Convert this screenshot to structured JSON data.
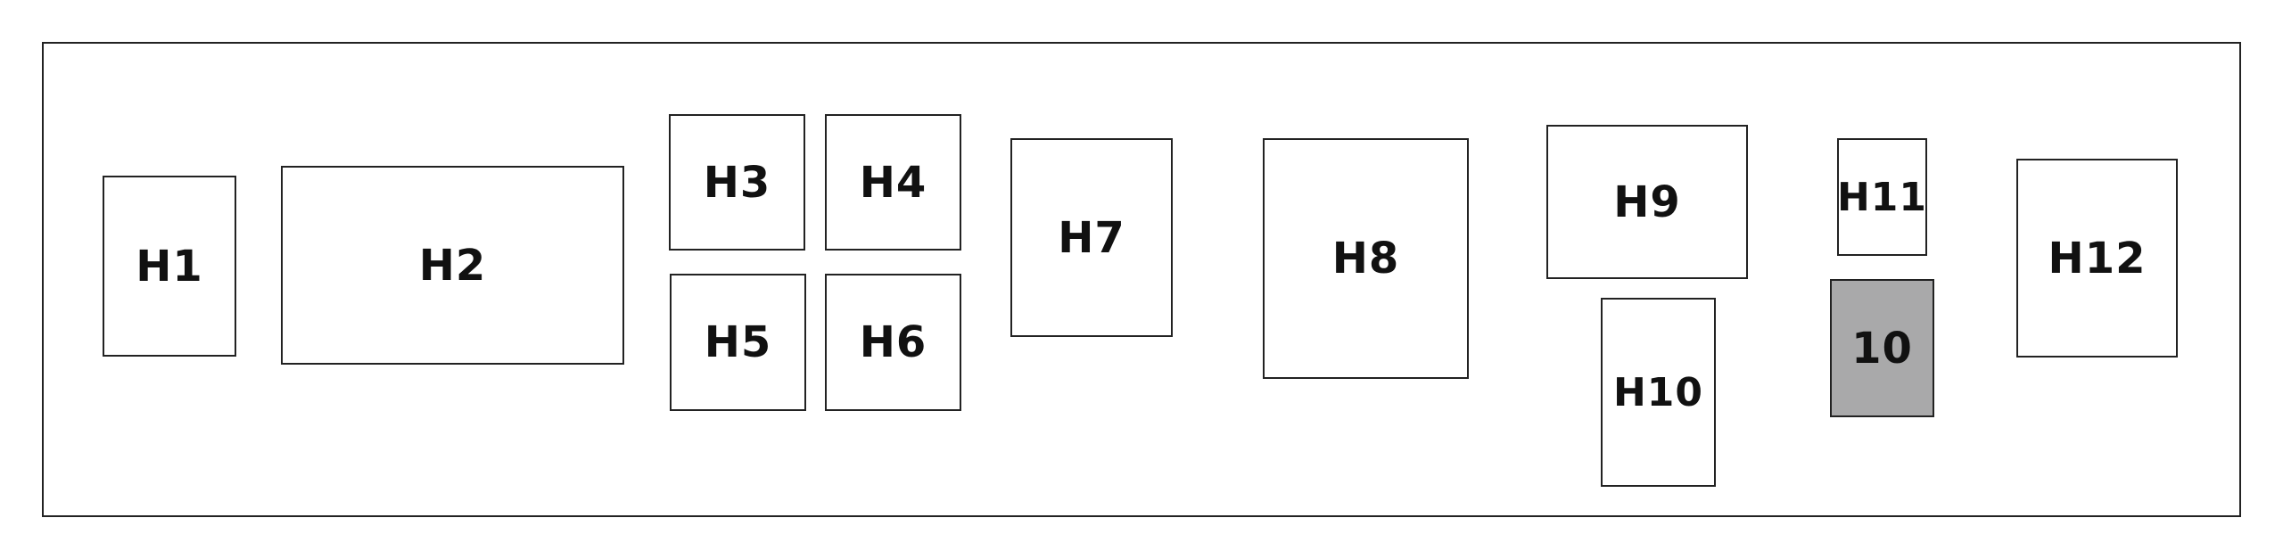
{
  "diagram": {
    "boxes": [
      {
        "id": "h1",
        "label": "H1"
      },
      {
        "id": "h2",
        "label": "H2"
      },
      {
        "id": "h3",
        "label": "H3"
      },
      {
        "id": "h4",
        "label": "H4"
      },
      {
        "id": "h5",
        "label": "H5"
      },
      {
        "id": "h6",
        "label": "H6"
      },
      {
        "id": "h7",
        "label": "H7"
      },
      {
        "id": "h8",
        "label": "H8"
      },
      {
        "id": "h9",
        "label": "H9"
      },
      {
        "id": "h10",
        "label": "H10"
      },
      {
        "id": "h11",
        "label": "H11"
      },
      {
        "id": "r10",
        "label": "10",
        "highlighted": true
      },
      {
        "id": "h12",
        "label": "H12"
      }
    ],
    "colors": {
      "border": "#222222",
      "background": "#ffffff",
      "highlight_fill": "#a9a9aa",
      "text": "#111111"
    }
  }
}
